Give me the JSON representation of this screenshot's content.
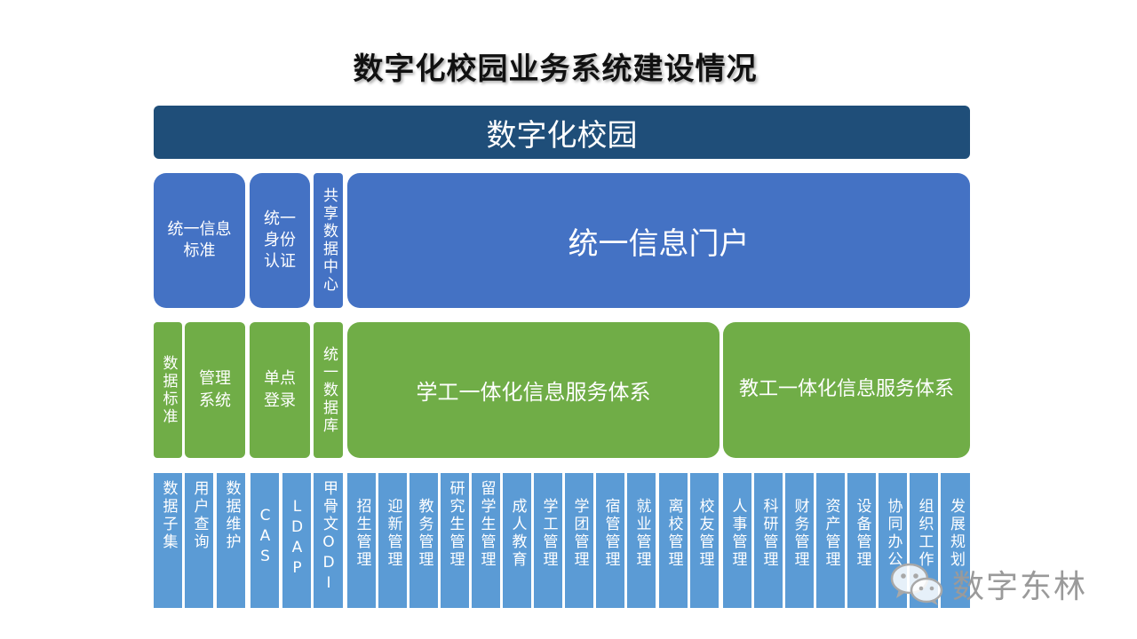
{
  "title": "数字化校园业务系统建设情况",
  "top_bar": "数字化校园",
  "row1": {
    "standard": "统一信息标准",
    "identity": "统一身份认证",
    "shared_data": "共享数据中心",
    "portal": "统一信息门户"
  },
  "row2": {
    "data_standard": "数据标准",
    "mgmt_system": "管理系统",
    "sso": "单点登录",
    "unified_db": "统一数据库",
    "student_service": "学工一体化信息服务体系",
    "staff_service": "教工一体化信息服务体系"
  },
  "row3": [
    "数据子集",
    "用户查询",
    "数据维护",
    "CAS",
    "LDAP",
    "甲骨文ODI",
    "招生管理",
    "迎新管理",
    "教务管理",
    "研究生管理",
    "留学生管理",
    "成人教育",
    "学工管理",
    "学团管理",
    "宿管管理",
    "就业管理",
    "离校管理",
    "校友管理",
    "人事管理",
    "科研管理",
    "财务管理",
    "资产管理",
    "设备管理",
    "协同办公",
    "组织工作",
    "发展规划"
  ],
  "watermark": "数字东林",
  "colors": {
    "top_bar": "#1f4e79",
    "blue_box": "#4472c4",
    "green_box": "#70ad47",
    "leaf_box": "#5b9bd5"
  }
}
